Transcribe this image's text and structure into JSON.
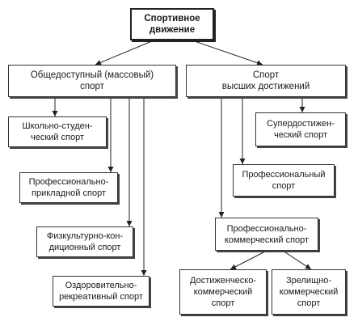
{
  "root": {
    "label": "Спортивное\nдвижение"
  },
  "mass_sport": {
    "label": "Общедоступный (массовый)\nспорт"
  },
  "elite_sport": {
    "label": "Спорт\nвысших достижений"
  },
  "mass_children": [
    {
      "label": "Школьно-студен-\nческий спорт"
    },
    {
      "label": "Профессионально-\nприкладной спорт"
    },
    {
      "label": "Физкультурно-кон-\nдиционный спорт"
    },
    {
      "label": "Оздоровительно-\nрекреативный спорт"
    }
  ],
  "elite_children": [
    {
      "label": "Супердостижен-\nческий спорт"
    },
    {
      "label": "Профессиональный\nспорт"
    },
    {
      "label": "Профессионально-\nкоммерческий спорт"
    }
  ],
  "commercial_children": [
    {
      "label": "Достиженческо-\nкоммерческий\nспорт"
    },
    {
      "label": "Зрелищно-\nкоммерческий\nспорт"
    }
  ]
}
